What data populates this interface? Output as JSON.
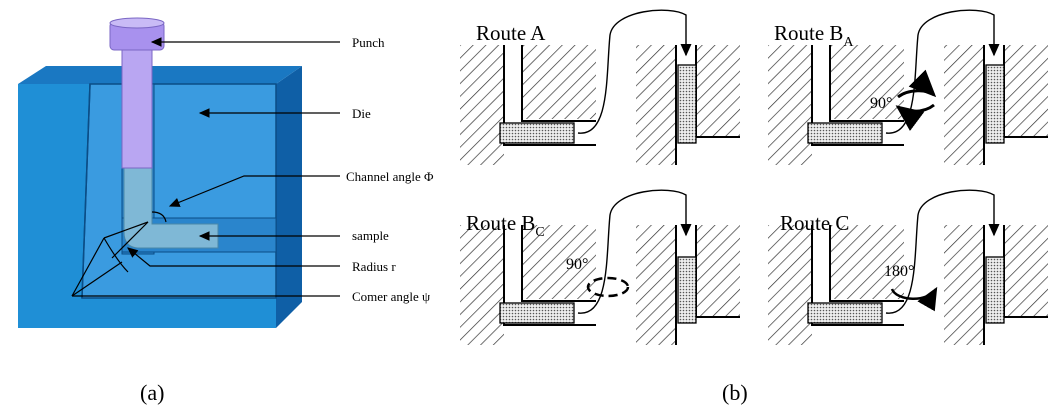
{
  "panel_a": {
    "labels": {
      "punch": "Punch",
      "die": "Die",
      "channel_angle": "Channel angle Φ",
      "sample": "sample",
      "radius": "Radius r",
      "corner_angle": "Comer angle ψ"
    },
    "caption": "(a)",
    "colors": {
      "die_front": "#1f8fd6",
      "die_dark": "#0f5fa6",
      "die_inner": "#3a9be0",
      "punch": "#b9a6f2",
      "sample": "#7fb8d6"
    }
  },
  "panel_b": {
    "routes": [
      {
        "label": "Route A",
        "sub": "",
        "rotation": ""
      },
      {
        "label": "Route B",
        "sub": "A",
        "rotation": "90°"
      },
      {
        "label": "Route B",
        "sub": "C",
        "rotation": "90°"
      },
      {
        "label": "Route C",
        "sub": "",
        "rotation": "180°"
      }
    ],
    "caption": "(b)"
  }
}
